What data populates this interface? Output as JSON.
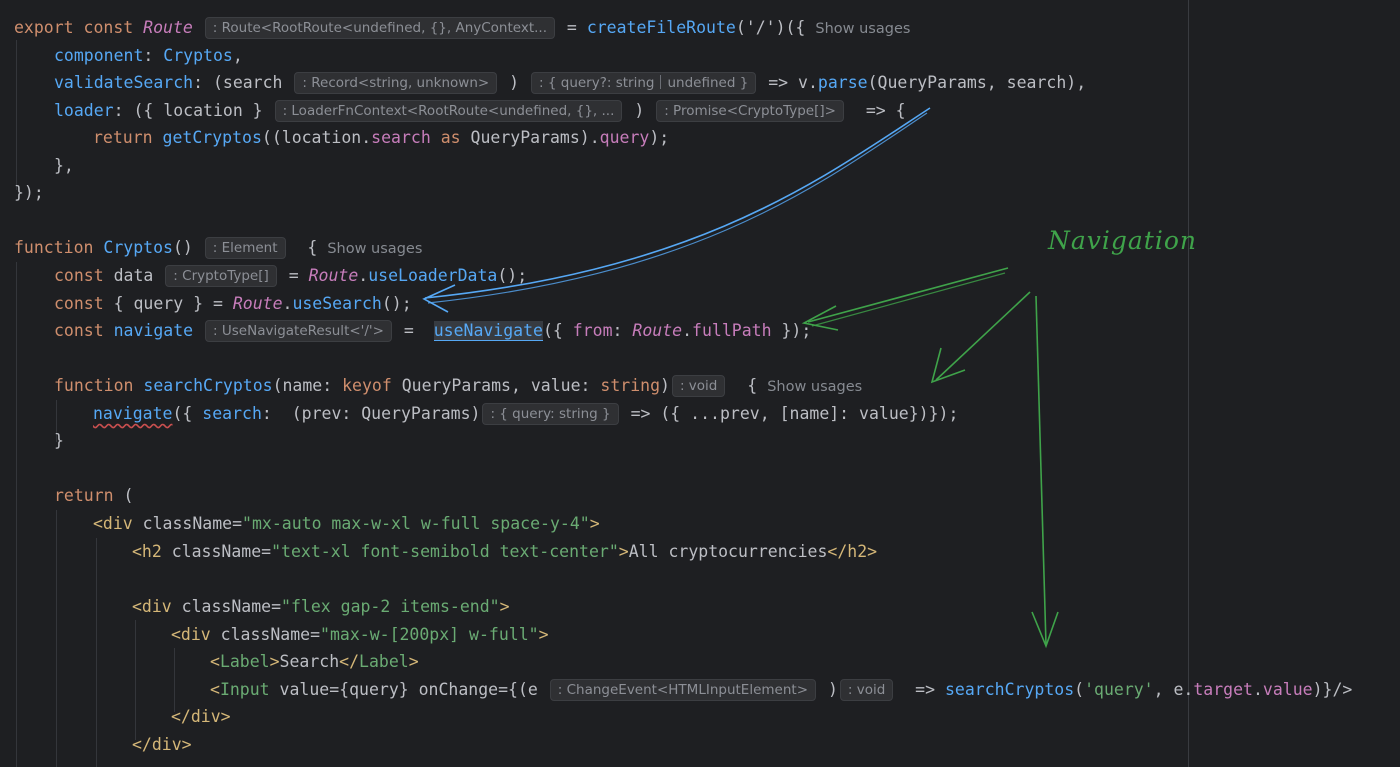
{
  "inlay": {
    "show_usages": "Show usages"
  },
  "code": {
    "l1": {
      "export": "export",
      "const": "const",
      "route": "Route",
      "hint": ": Route<RootRoute<undefined, {}, AnyContext...",
      "eq": " = ",
      "create": "createFileRoute",
      "args": "('/')({"
    },
    "l2": {
      "component": "component",
      "rest": ": ",
      "value": "Cryptos",
      "comma": ","
    },
    "l3": {
      "validate": "validateSearch",
      "open": ": (search",
      "hint1": ": Record<string, unknown>",
      "close": ")",
      "hint2a": ": { query?: string",
      "hint2b": "undefined }",
      "arrow": " => v.",
      "parse": "parse",
      "rest": "(QueryParams, search),"
    },
    "l4": {
      "loader": "loader",
      "open": ": ({ location }",
      "hint1": ": LoaderFnContext<RootRoute<undefined, {}, ...",
      "close": ")",
      "hint2": ": Promise<CryptoType[]>",
      "arrow": " => {"
    },
    "l5": {
      "return": "return",
      "get": "getCryptos",
      "open": "((location.",
      "search": "search",
      "as": "as",
      "qp": "QueryParams).",
      "query": "query",
      "end": ");"
    },
    "l6": {
      "text": "},"
    },
    "l7": {
      "text": "});"
    },
    "l9": {
      "function": "function",
      "name": "Cryptos",
      "parens": "()",
      "hint": ": Element",
      "brace": "{"
    },
    "l10": {
      "const": "const",
      "data": "data",
      "hint": ": CryptoType[]",
      "eq": " = ",
      "route": "Route",
      "dot": ".",
      "fn": "useLoaderData",
      "end": "();"
    },
    "l11": {
      "const": "const",
      "mid": "{ query } = ",
      "route": "Route",
      "dot": ".",
      "fn": "useSearch",
      "end": "();"
    },
    "l12": {
      "const": "const",
      "nav": "navigate",
      "hint": ": UseNavigateResult<'/'>",
      "eq": " = ",
      "fn": "useNavigate",
      "open": "({ ",
      "from": "from",
      "colon": ": ",
      "route": "Route",
      "dot": ".",
      "full": "fullPath",
      "end": " });"
    },
    "l14": {
      "function": "function",
      "name": "searchCryptos",
      "open": "(name: ",
      "keyof": "keyof",
      "mid": " QueryParams, value: ",
      "string": "string",
      "close": ")",
      "hint": ": void",
      "brace": "{"
    },
    "l15": {
      "nav": "navigate",
      "open": "({ ",
      "search": "search",
      "mid": ":  (prev: QueryParams)",
      "hint": ": { query: string }",
      "end": " => ({ ...prev, [name]: value})});"
    },
    "l16": {
      "text": "}"
    },
    "l18": {
      "return": "return",
      "paren": " ("
    },
    "l19": {
      "open": "<div",
      "attr": " className=",
      "val": "\"mx-auto max-w-xl w-full space-y-4\"",
      "close": ">"
    },
    "l20": {
      "open": "<h2",
      "attr": " className=",
      "val": "\"text-xl font-semibold text-center\"",
      "close": ">",
      "text": "All cryptocurrencies",
      "end": "</h2>"
    },
    "l22": {
      "open": "<div",
      "attr": " className=",
      "val": "\"flex gap-2 items-end\"",
      "close": ">"
    },
    "l23": {
      "open": "<div",
      "attr": " className=",
      "val": "\"max-w-[200px] w-full\"",
      "close": ">"
    },
    "l24": {
      "lt": "<",
      "label": "Label",
      "gt": ">",
      "text": "Search",
      "close_lt": "</",
      "close_label": "Label",
      "close_gt": ">"
    },
    "l25": {
      "lt": "<",
      "input": "Input",
      "mid": " value={query} onChange={(e",
      "hint1": ": ChangeEvent<HTMLInputElement>",
      "close": ")",
      "hint2": ": void",
      "arrow": " => ",
      "fn": "searchCryptos",
      "arg1": "(",
      "str": "'query'",
      "arg2": ", e.",
      "target": "target",
      "dot": ".",
      "value": "value",
      "end": ")}/>"
    },
    "l26": {
      "text": "</div>"
    },
    "l27": {
      "text": "</div>"
    }
  },
  "annotation": {
    "label": "Navigation",
    "blue": "#56a8f5",
    "green": "#3fa34a"
  }
}
